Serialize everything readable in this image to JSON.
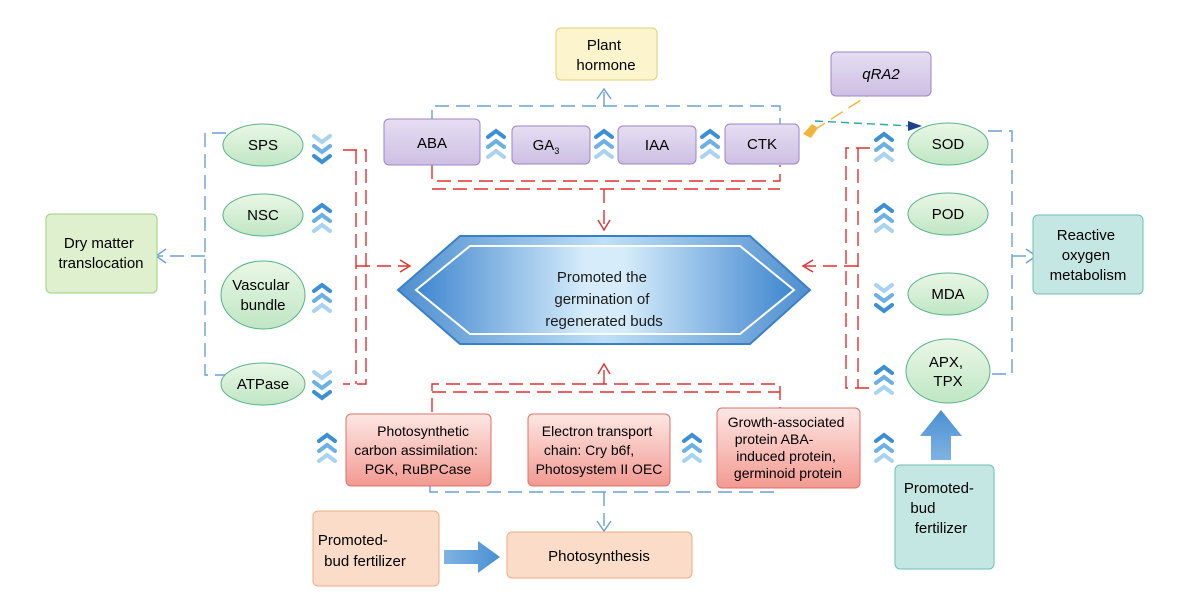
{
  "center": {
    "lines": [
      "Promoted the",
      "germination of",
      "regenerated buds"
    ]
  },
  "hormone": {
    "title_lines": [
      "Plant",
      "hormone"
    ],
    "items": [
      "ABA",
      "GA",
      "IAA",
      "CTK"
    ],
    "ga_subscript": "3"
  },
  "gene": {
    "label": "qRA2"
  },
  "dry_matter": {
    "title_lines": [
      "Dry matter",
      "translocation"
    ],
    "items": [
      [
        "SPS"
      ],
      [
        "NSC"
      ],
      [
        "Vascular",
        "bundle"
      ],
      [
        "ATPase"
      ]
    ]
  },
  "ros": {
    "title_lines": [
      "Reactive",
      "oxygen",
      "metabolism"
    ],
    "items": [
      [
        "SOD"
      ],
      [
        "POD"
      ],
      [
        "MDA"
      ],
      [
        "APX,",
        "TPX"
      ]
    ]
  },
  "photosynthesis": {
    "label": "Photosynthesis",
    "items": [
      [
        "Photosynthetic",
        "carbon assimilation:",
        "PGK, RuBPCase"
      ],
      [
        "Electron transport",
        "chain: Cry b6f,",
        "Photosystem II OEC"
      ],
      [
        "Growth-associated",
        "protein ABA-",
        "induced protein,",
        "germinoid protein"
      ]
    ]
  },
  "fertilizer_left": {
    "lines": [
      "Promoted-",
      "bud fertilizer"
    ]
  },
  "fertilizer_right": {
    "lines": [
      "Promoted-",
      "bud",
      "fertilizer"
    ]
  },
  "colors": {
    "hormone_fill": "#d9cfe9",
    "hormone_stroke": "#9b86c4",
    "plant_hormone_fill": "#fbf4cc",
    "plant_hormone_stroke": "#e3cf7a",
    "green_fill": "#d4edce",
    "green_stroke": "#58b38a",
    "drymatter_fill": "#dff0cf",
    "drymatter_stroke": "#9ccf7d",
    "ros_fill": "#c5e7e3",
    "ros_stroke": "#6fbfb6",
    "protein_fill": "#f7c9c4",
    "protein_stroke": "#e17068",
    "peach_fill": "#fbdcc8",
    "peach_stroke": "#ecab86",
    "blue_dash": "#6a9fd8",
    "red_dash": "#e03030",
    "arrow_blue": "#3b8fd4",
    "arrow_light": "#a9d3f0"
  },
  "arrows": {
    "between_hormones": [
      "up",
      "up",
      "up"
    ],
    "dry_matter": [
      "down",
      "up",
      "up",
      "down"
    ],
    "ros": [
      "up",
      "up",
      "down",
      "up"
    ],
    "photosynthesis": [
      "up",
      "up",
      "up"
    ],
    "right_bottom": "up"
  }
}
